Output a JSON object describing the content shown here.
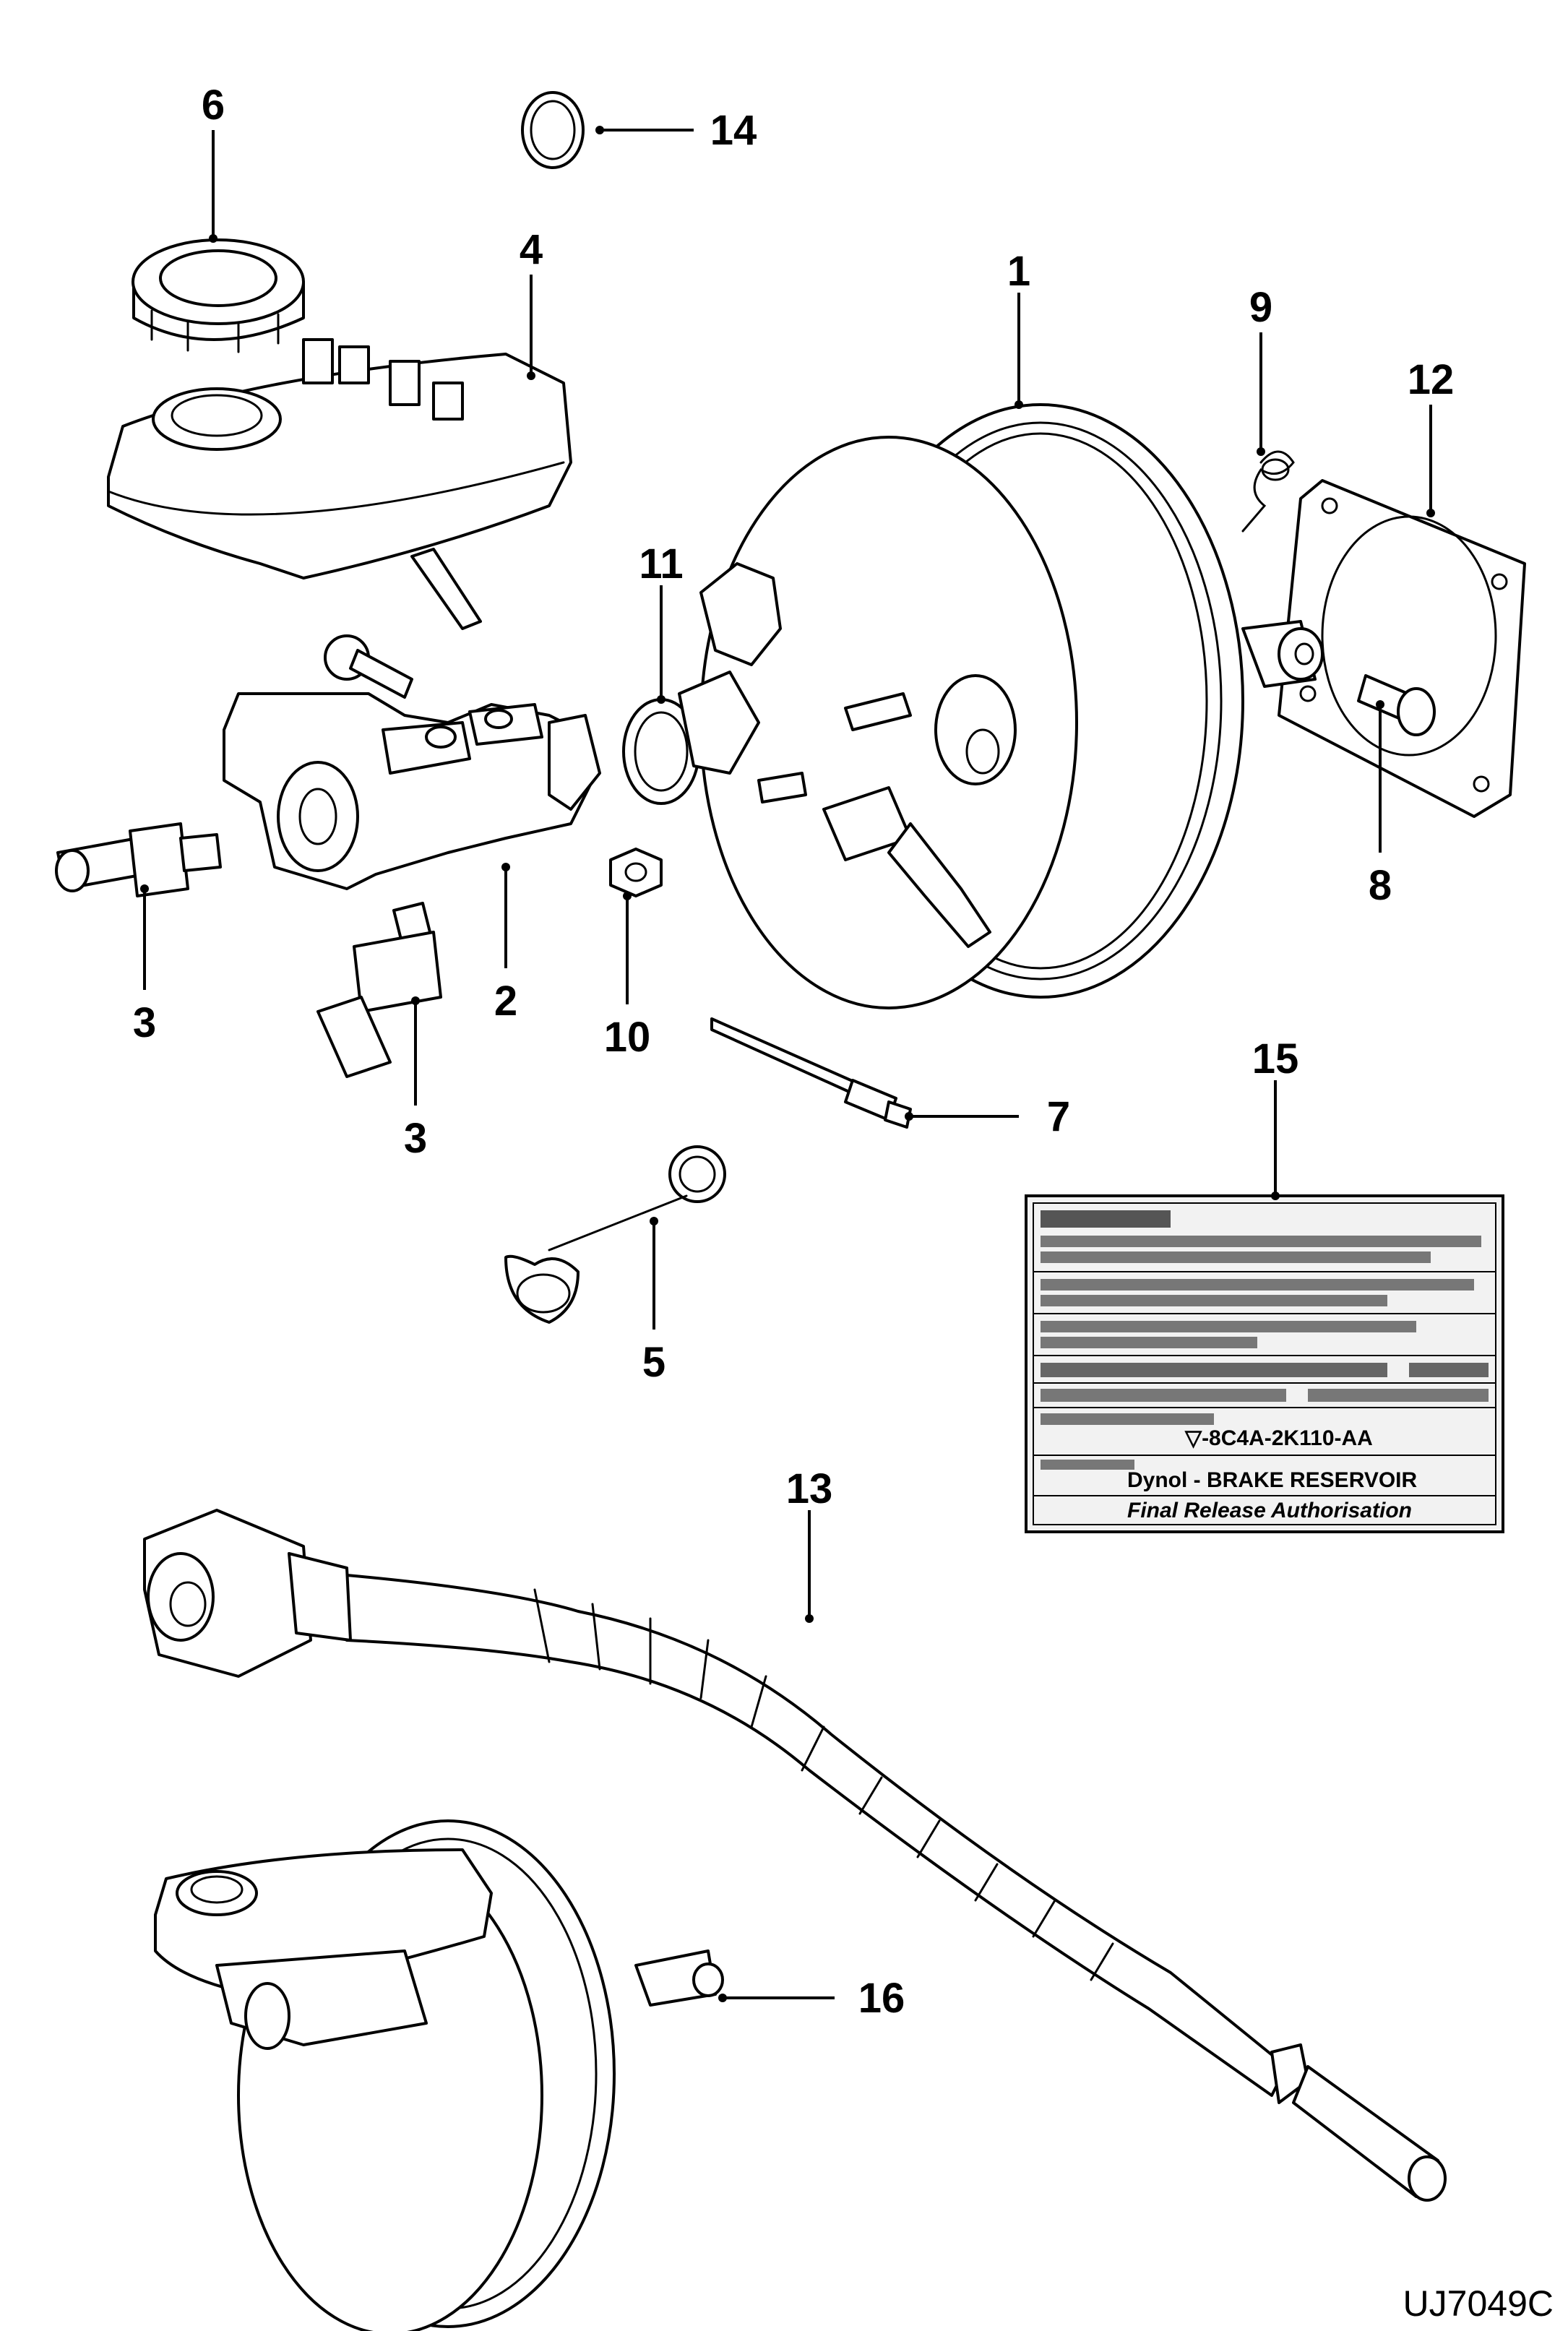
{
  "callouts": {
    "c1": "1",
    "c2": "2",
    "c3a": "3",
    "c3b": "3",
    "c4": "4",
    "c5": "5",
    "c6": "6",
    "c7": "7",
    "c8": "8",
    "c9": "9",
    "c10": "10",
    "c11": "11",
    "c12": "12",
    "c13": "13",
    "c14": "14",
    "c15": "15",
    "c16": "16"
  },
  "drawing_code": "UJ7049C",
  "label_part": {
    "part_number": "▽-8C4A-2K110-AA",
    "description": "Dynol - BRAKE RESERVOIR",
    "footer": "Final Release Authorisation"
  }
}
